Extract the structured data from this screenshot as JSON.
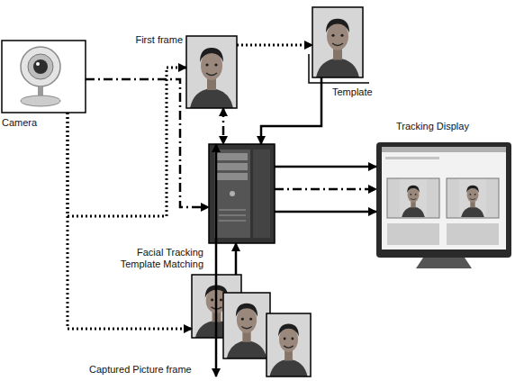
{
  "diagram": {
    "nodes": [
      {
        "text": [
          "Camera"
        ]
      },
      {
        "text": [
          "First frame"
        ]
      },
      {
        "text": [
          "Template"
        ]
      },
      {
        "text": [
          "Facial Tracking Template Matching"
        ]
      },
      {
        "text": [
          "Tracking Display"
        ]
      },
      {
        "text": [
          "Captured Picture frame"
        ]
      }
    ],
    "edges": [
      {
        "from": 0,
        "to": 1,
        "arrow": "to"
      },
      {
        "from": 0,
        "to": 3,
        "arrow": "to"
      },
      {
        "from": 0,
        "to": 5,
        "arrow": "to"
      },
      {
        "from": 1,
        "to": 2,
        "arrow": "to"
      },
      {
        "from": 1,
        "to": 3,
        "arrow": "both"
      },
      {
        "from": 2,
        "to": 3,
        "arrow": "to"
      },
      {
        "from": 3,
        "to": 4,
        "arrow": "to"
      },
      {
        "from": 3,
        "to": 4,
        "arrow": "to"
      },
      {
        "from": 3,
        "to": 4,
        "arrow": "to"
      },
      {
        "from": 5,
        "to": 3,
        "arrow": "to"
      },
      {
        "from": 3,
        "to": 5,
        "arrow": "both"
      }
    ]
  }
}
